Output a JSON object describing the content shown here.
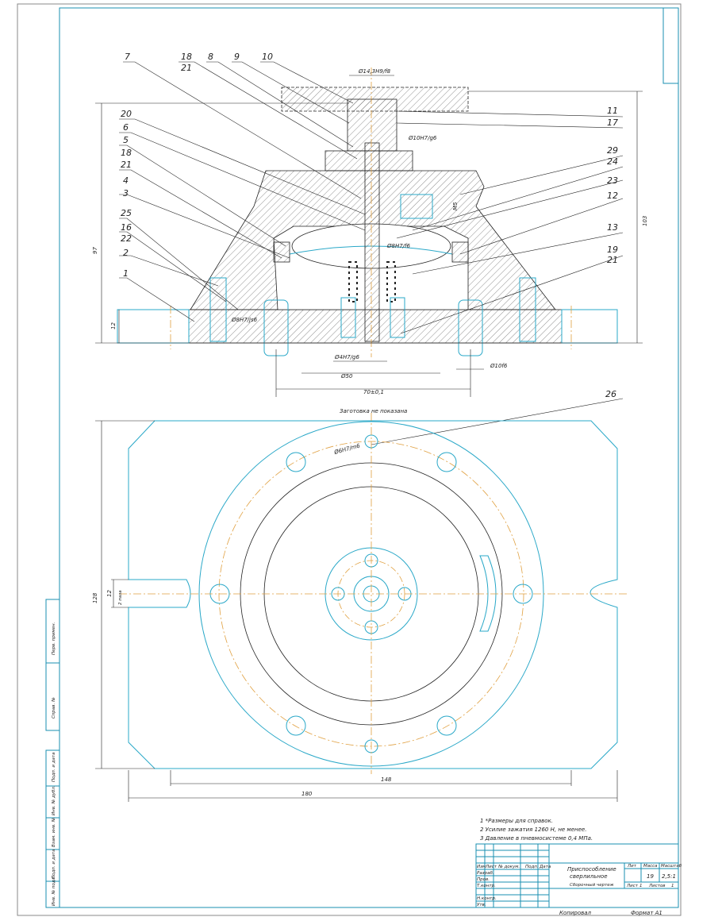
{
  "drawing": {
    "section_labels": {
      "top_left": [
        "7",
        "8",
        "9",
        "10"
      ],
      "stack_18_21_top": [
        "18",
        "21"
      ],
      "right": [
        "11",
        "17",
        "29",
        "24",
        "23",
        "12",
        "13"
      ],
      "stack_19_21": [
        "19",
        "21"
      ],
      "left": [
        "20",
        "6",
        "5",
        "4",
        "3",
        "25",
        "2",
        "1"
      ],
      "stack_18_21_mid": [
        "18",
        "21"
      ],
      "stack_16_22": [
        "16",
        "22"
      ],
      "plan": [
        "26"
      ]
    },
    "dimensions": {
      "d_top": "Ø14,3H9/f8",
      "d_shaft": "Ø10H7/g6",
      "d_piston": "Ø8H7/f6",
      "d_pin": "Ø8H7/js6",
      "d_small": "Ø4H7/g6",
      "d_50": "Ø50",
      "d_70": "70±0,1",
      "d_10f6": "Ø10f6",
      "h_97": "97",
      "h_103": "103",
      "h_12": "12",
      "thread": "M5",
      "d_plan": "Ø6H7/m6",
      "h_128": "128",
      "w_148": "148",
      "w_180": "180",
      "slot_12": "12",
      "slot_note": "2 паза"
    },
    "caption": "Заготовка не показана"
  },
  "notes": [
    "1  *Размеры для справок.",
    "2  Усилие зажатия 1260 Н, не менее.",
    "3  Давление в пневмосистеме 0,4 МПа."
  ],
  "title_block": {
    "title_line1": "Приспособление",
    "title_line2": "сверлильное",
    "subtitle": "Сборочный чертеж",
    "headers": {
      "lit": "Лит",
      "mass": "Масса",
      "scale": "Масштаб"
    },
    "mass_value": "19",
    "scale_value": "2,5:1",
    "sheet_label": "Лист",
    "sheet_value": "1",
    "sheets_label": "Листов",
    "sheets_value": "1",
    "cols": [
      "Изм",
      "Лист",
      "№ докум.",
      "Подп.",
      "Дата"
    ],
    "roles": [
      "Разраб.",
      "Пров.",
      "Т.контр.",
      "",
      "Н.контр.",
      "Утв."
    ],
    "copied": "Копировал",
    "format": "Формат   А1"
  },
  "side_stamp": [
    "Перв. примен.",
    "Справ. №",
    "Подп. и дата",
    "Инв. № дубл.",
    "Взам. инв. №",
    "Подп. и дата",
    "Инв. № подл."
  ]
}
